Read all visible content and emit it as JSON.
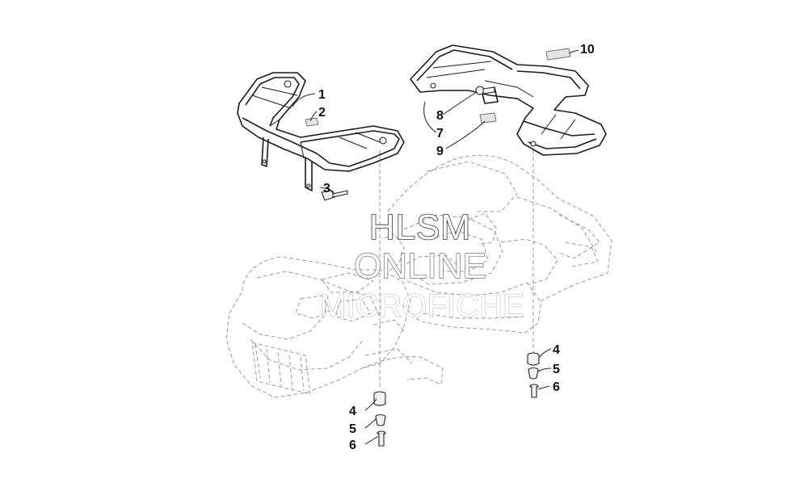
{
  "watermark": {
    "line1": "HLSM",
    "line2": "ONLINE",
    "line3": "MICROFICHE"
  },
  "callouts": {
    "front_rack": "1",
    "front_decal": "2",
    "front_bolt": "3",
    "rear_screw": "8",
    "rear_rack": "7",
    "rear_decal_small": "9",
    "rear_decal_top": "10",
    "front_grommet": "4",
    "front_bushing": "5",
    "front_cap_screw": "6",
    "rear_grommet": "4",
    "rear_bushing": "5",
    "rear_cap_screw": "6"
  }
}
